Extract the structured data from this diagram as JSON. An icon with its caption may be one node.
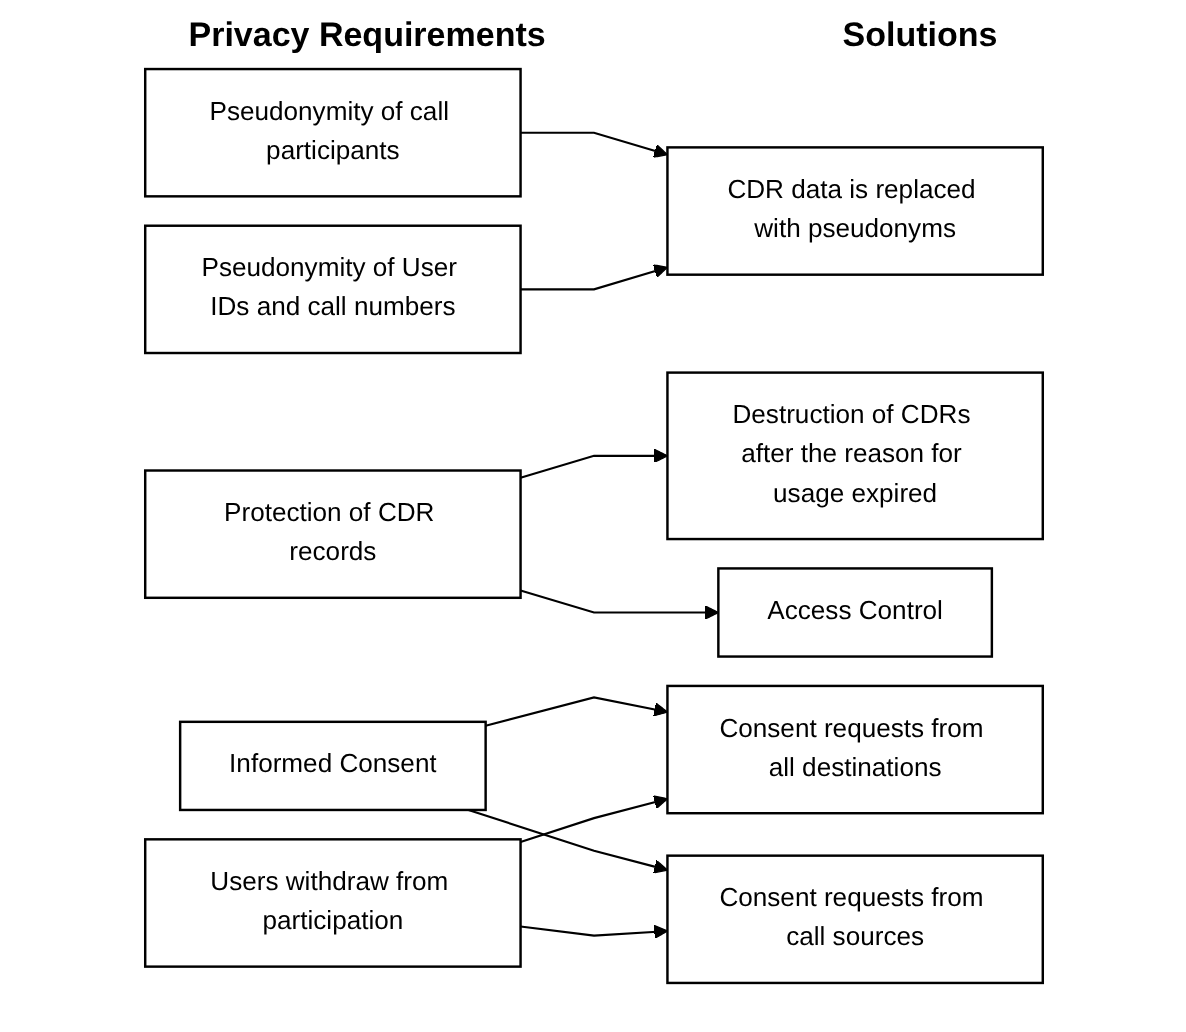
{
  "diagram": {
    "nodes": [
      {
        "text": [
          "Pseudonymity of call participants"
        ]
      },
      {
        "text": [
          "Protection of CDR records"
        ]
      },
      {
        "text": [
          "Pseudonymity of User IDs and call numbers"
        ]
      },
      {
        "text": [
          "Informed Consent"
        ]
      },
      {
        "text": [
          "Users withdraw from participation"
        ]
      },
      {
        "text": [
          "Destruction of CDRs after the reason for usage expired"
        ]
      },
      {
        "text": [
          "Access Control"
        ]
      },
      {
        "text": [
          "CDR data is replaced with pseudonyms"
        ]
      },
      {
        "text": [
          "Consent requests from all destinations"
        ]
      },
      {
        "text": [
          "Consent requests from call sources"
        ]
      }
    ],
    "edges": [
      {
        "from": 0,
        "to": 7,
        "arrow": "to"
      },
      {
        "from": 1,
        "to": 5,
        "arrow": "to"
      },
      {
        "from": 1,
        "to": 6,
        "arrow": "to"
      },
      {
        "from": 2,
        "to": 7,
        "arrow": "to"
      },
      {
        "from": 3,
        "to": 8,
        "arrow": "to"
      },
      {
        "from": 3,
        "to": 9,
        "arrow": "to"
      },
      {
        "from": 4,
        "to": 8,
        "arrow": "to"
      },
      {
        "from": 4,
        "to": 9,
        "arrow": "to"
      }
    ],
    "labels": [
      "Privacy Requirements",
      "Solutions"
    ]
  }
}
